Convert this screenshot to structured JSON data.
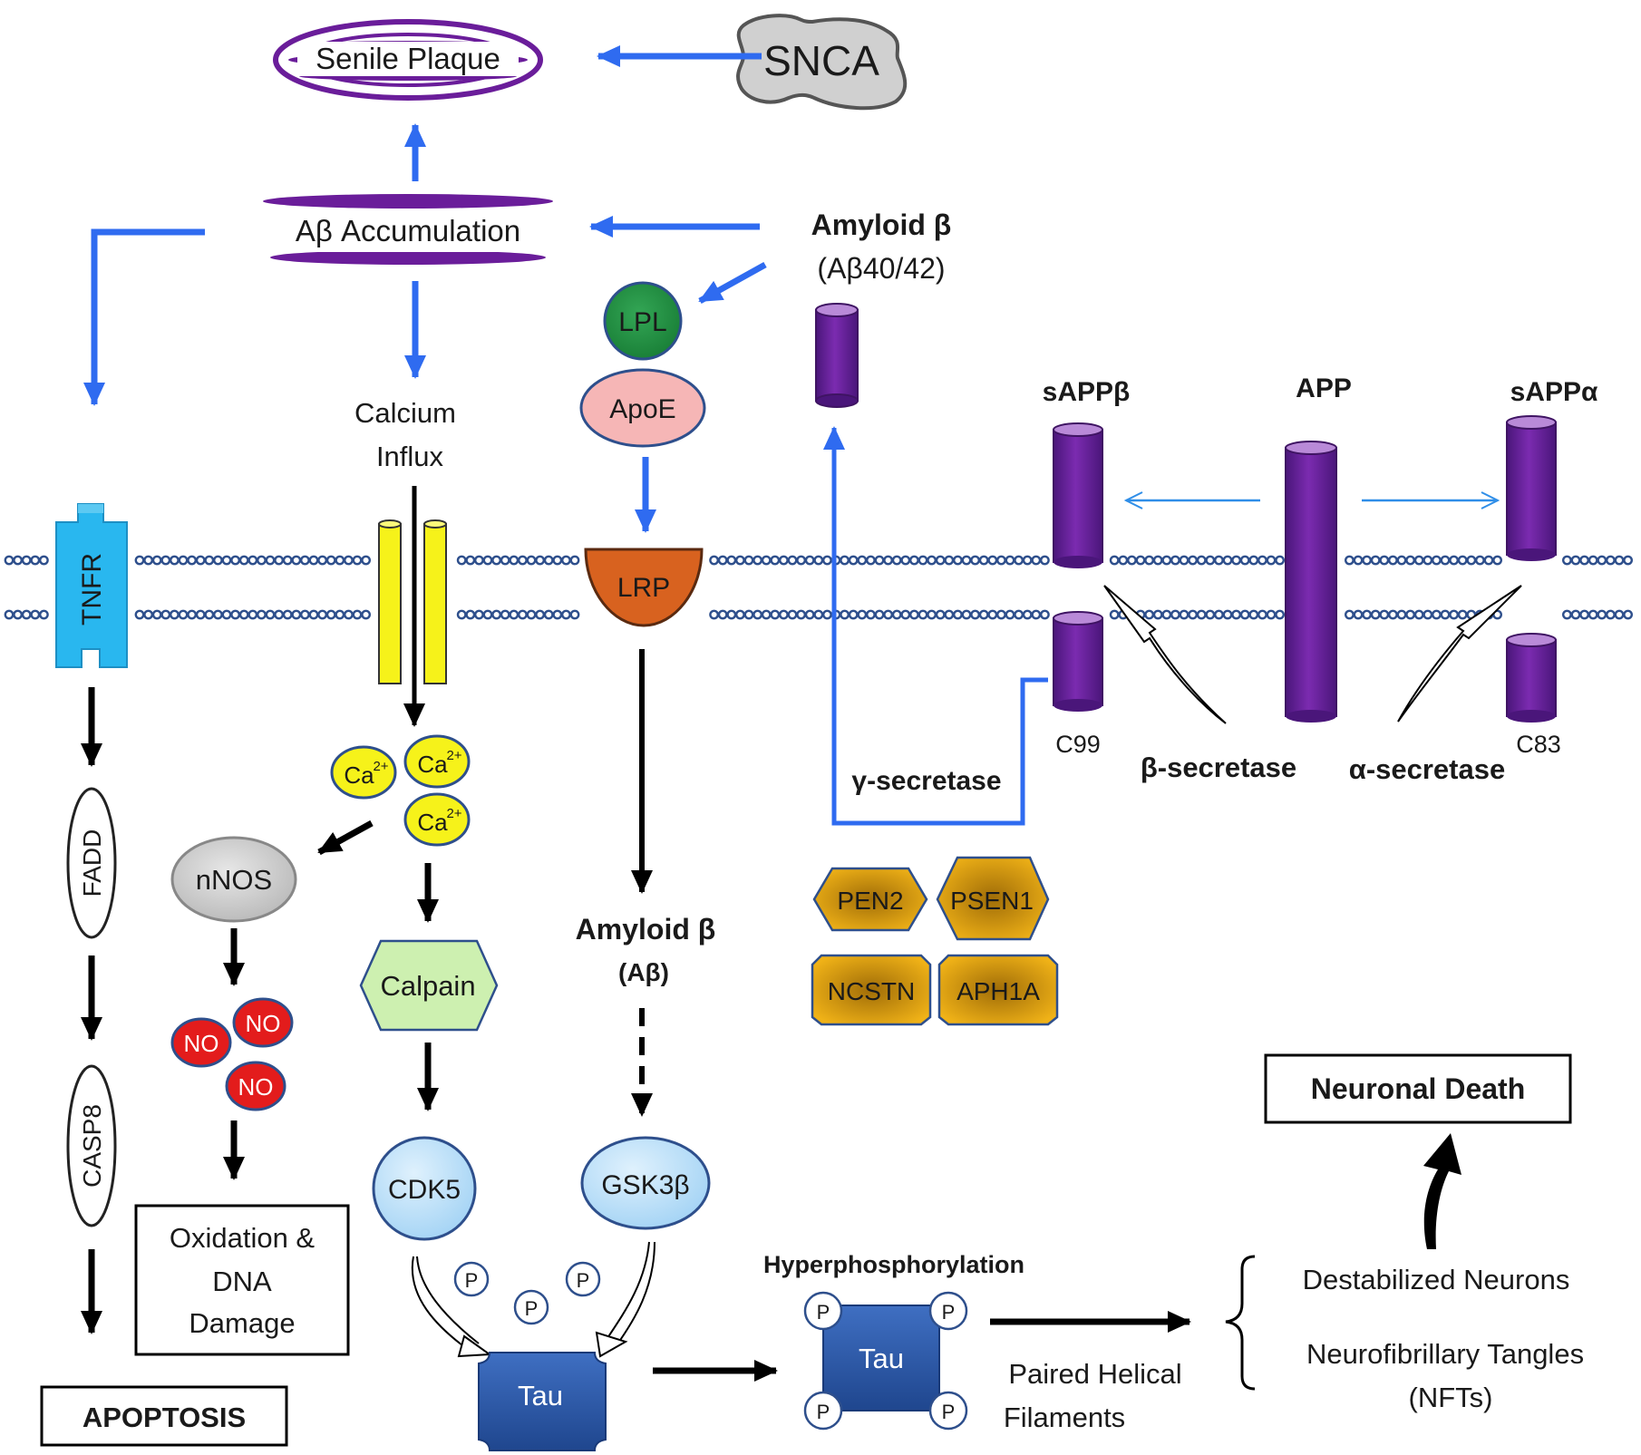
{
  "nodes": {
    "senile_plaque": "Senile Plaque",
    "snca": "SNCA",
    "ab_accumulation": "Aβ Accumulation",
    "amyloid_beta_top": "Amyloid β",
    "ab40_42": "(Aβ40/42)",
    "lpl": "LPL",
    "apoe": "ApoE",
    "calcium_influx_1": "Calcium",
    "calcium_influx_2": "Influx",
    "sappb": "sAPPβ",
    "app": "APP",
    "sappa": "sAPPα",
    "tnfr": "TNFR",
    "lrp": "LRP",
    "c99": "C99",
    "c83": "C83",
    "gamma_secretase": "γ-secretase",
    "beta_secretase": "β-secretase",
    "alpha_secretase": "α-secretase",
    "ca2": "Ca",
    "ca2_sup": "2+",
    "nnos": "nNOS",
    "no": "NO",
    "fadd": "FADD",
    "casp8": "CASP8",
    "apoptosis": "APOPTOSIS",
    "oxidation_1": "Oxidation &",
    "oxidation_2": "DNA",
    "oxidation_3": "Damage",
    "calpain": "Calpain",
    "cdk5": "CDK5",
    "amyloid_beta_mid": "Amyloid β",
    "ab_mid": "(Aβ)",
    "gsk3b": "GSK3β",
    "pen2": "PEN2",
    "psen1": "PSEN1",
    "ncstn": "NCSTN",
    "aph1a": "APH1A",
    "p": "P",
    "tau": "Tau",
    "hyperphosphorylation": "Hyperphosphorylation",
    "paired_helical_1": "Paired Helical",
    "paired_helical_2": "Filaments",
    "destabilized_neurons": "Destabilized Neurons",
    "nft_1": "Neurofibrillary Tangles",
    "nft_2": "(NFTs)",
    "neuronal_death": "Neuronal Death"
  },
  "colors": {
    "arrow_blue": "#2f6bf0",
    "thin_blue": "#2f8ee8",
    "arrow_black": "#000000",
    "purple": "#6a1d9a",
    "purple_dark": "#3f1463",
    "membrane": "#2e4f8c",
    "tnfr": "#29b7ef",
    "yellow": "#f6f21a",
    "lpl": "#1e9140",
    "apoe": "#f6b6b6",
    "lrp": "#d8621f",
    "nnos": "#bdbdbd",
    "no_red": "#e31c1c",
    "calpain": "#cdf0b0",
    "light_blue": "#b7def7",
    "gold": "#e3a30f",
    "tau": "#2a57a8"
  }
}
